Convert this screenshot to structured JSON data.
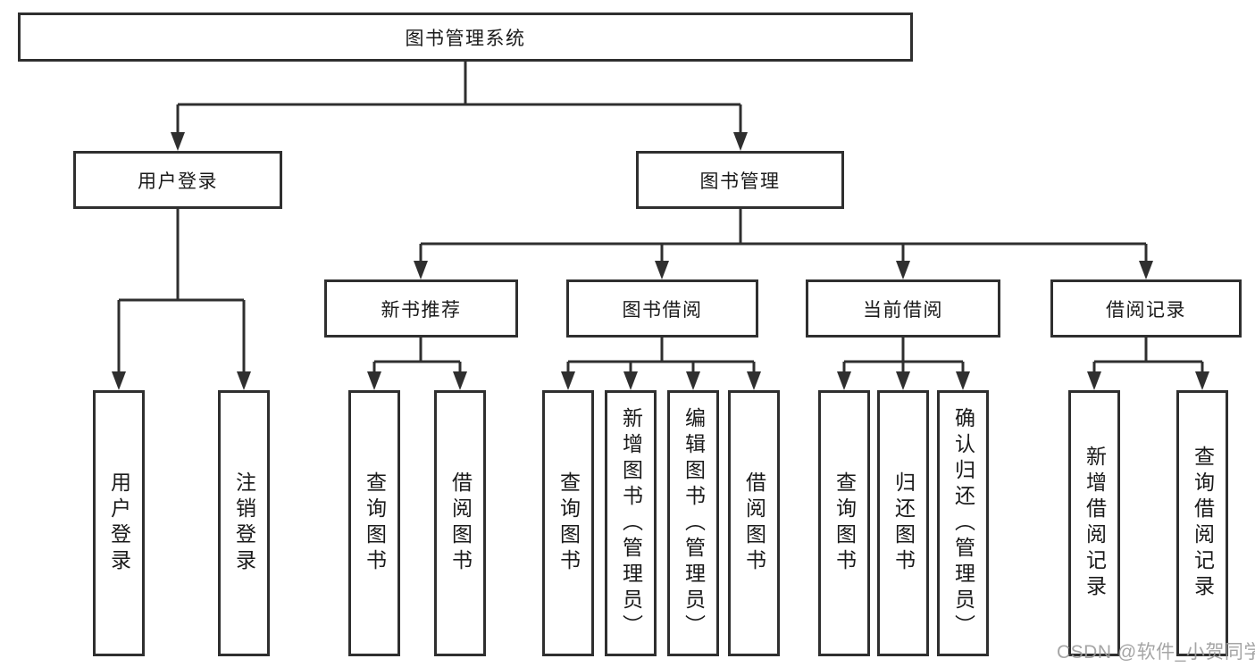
{
  "diagram": {
    "title": "图书管理系统",
    "type": "hierarchy-tree",
    "colors": {
      "background": "#ffffff",
      "box_border": "#2f2f2f",
      "connector_line": "#2f2f2f",
      "text": "#1a1a1a",
      "watermark_text": "#9c9c9c"
    },
    "watermark": "CSDN @软件_小贺同学",
    "nodes": {
      "root": {
        "label": "图书管理系统"
      },
      "user_login": {
        "label": "用户登录"
      },
      "book_management": {
        "label": "图书管理"
      },
      "new_book_recommend": {
        "label": "新书推荐"
      },
      "book_borrow": {
        "label": "图书借阅"
      },
      "current_borrow": {
        "label": "当前借阅"
      },
      "borrow_records": {
        "label": "借阅记录"
      },
      "leaf_user_login": {
        "label": "用户登录"
      },
      "leaf_logout": {
        "label": "注销登录"
      },
      "leaf_query_book_recommend": {
        "label": "查询图书"
      },
      "leaf_borrow_book_recommend": {
        "label": "借阅图书"
      },
      "leaf_query_book_borrow": {
        "label": "查询图书"
      },
      "leaf_add_book_admin": {
        "label": "新增图书（管理员）"
      },
      "leaf_edit_book_admin": {
        "label": "编辑图书（管理员）"
      },
      "leaf_borrow_book": {
        "label": "借阅图书"
      },
      "leaf_query_book_current": {
        "label": "查询图书"
      },
      "leaf_return_book": {
        "label": "归还图书"
      },
      "leaf_confirm_return_admin": {
        "label": "确认归还（管理员）"
      },
      "leaf_add_borrow_record": {
        "label": "新增借阅记录"
      },
      "leaf_query_borrow_record": {
        "label": "查询借阅记录"
      }
    },
    "edges": [
      "图书管理系统→用户登录",
      "图书管理系统→图书管理",
      "用户登录→用户登录",
      "用户登录→注销登录",
      "图书管理→新书推荐",
      "图书管理→图书借阅",
      "图书管理→当前借阅",
      "图书管理→借阅记录",
      "新书推荐→查询图书",
      "新书推荐→借阅图书",
      "图书借阅→查询图书",
      "图书借阅→新增图书（管理员）",
      "图书借阅→编辑图书（管理员）",
      "图书借阅→借阅图书",
      "当前借阅→查询图书",
      "当前借阅→归还图书",
      "当前借阅→确认归还（管理员）",
      "借阅记录→新增借阅记录",
      "借阅记录→查询借阅记录"
    ]
  }
}
